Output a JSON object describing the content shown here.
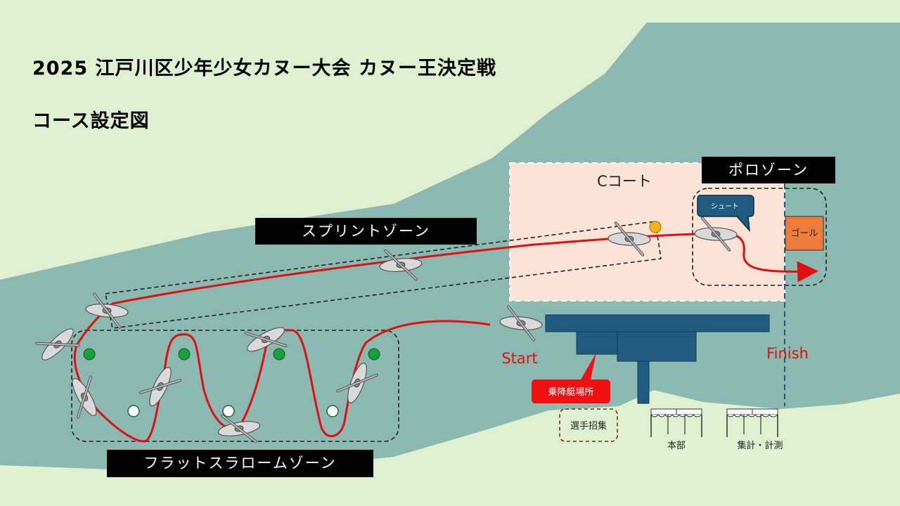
{
  "title": {
    "line1": "2025  江戸川区少年少女カヌー大会 カヌー王決定戦",
    "line2": "コース設定図"
  },
  "zones": {
    "sprint": "スプリントゾーン",
    "flat_slalom": "フラットスラロームゾーン",
    "polo": "ポロゾーン",
    "c_court": "Cコート"
  },
  "labels": {
    "start": "Start",
    "finish": "Finish",
    "shoot": "シュート",
    "goal": "ゴール",
    "boarding": "乗降艇場所",
    "athlete_gathering": "選手招集",
    "headquarters": "本部",
    "scoring": "集計・計測"
  },
  "colors": {
    "land": "#dff0d0",
    "water": "#8bb8b0",
    "c_court_fill": "#fbe3d7",
    "route": "#e01010",
    "pier": "#1f5c80",
    "goal": "#ee7c3a",
    "buoy_green": "#1aa03a",
    "buoy_white": "#ffffff",
    "buoy_yellow": "#f5b21a",
    "boarding_callout": "#ee1111"
  }
}
